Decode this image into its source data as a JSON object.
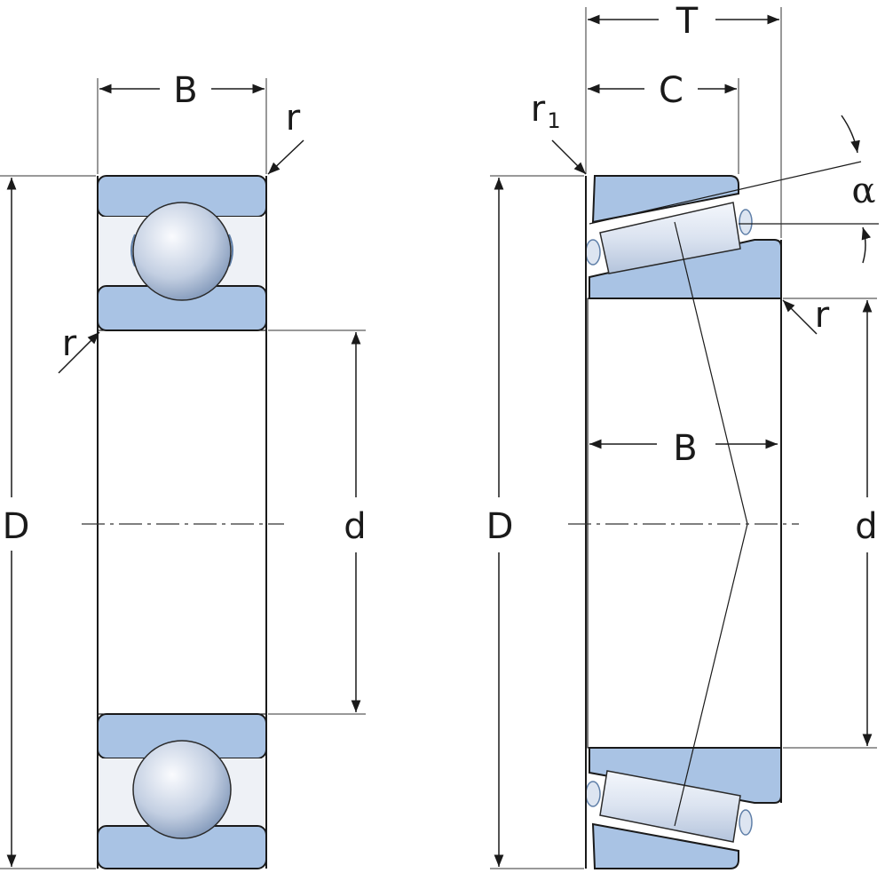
{
  "labels": {
    "left_width": "B",
    "left_outer_diameter": "D",
    "left_bore_diameter": "d",
    "left_chamfer_top": "r",
    "left_chamfer_inner": "r",
    "right_total_width": "T",
    "right_cup_width": "C",
    "right_cone_width": "B",
    "right_outer_diameter": "D",
    "right_bore_diameter": "d",
    "right_chamfer_r1_base": "r",
    "right_chamfer_r1_sub": "1",
    "right_chamfer_r": "r",
    "right_contact_angle": "α"
  },
  "colors": {
    "ring_blue": "#a9c3e4",
    "ring_edge": "#5f7fa8",
    "bore_fill": "#e4e7ee",
    "ball_light": "#f4f6fb",
    "ball_dark": "#8ea4c4",
    "roller_fill": "#dde5f1",
    "line": "#1a1a1a"
  },
  "icons": {
    "ball": "ball-element-icon",
    "roller": "tapered-roller-icon"
  }
}
